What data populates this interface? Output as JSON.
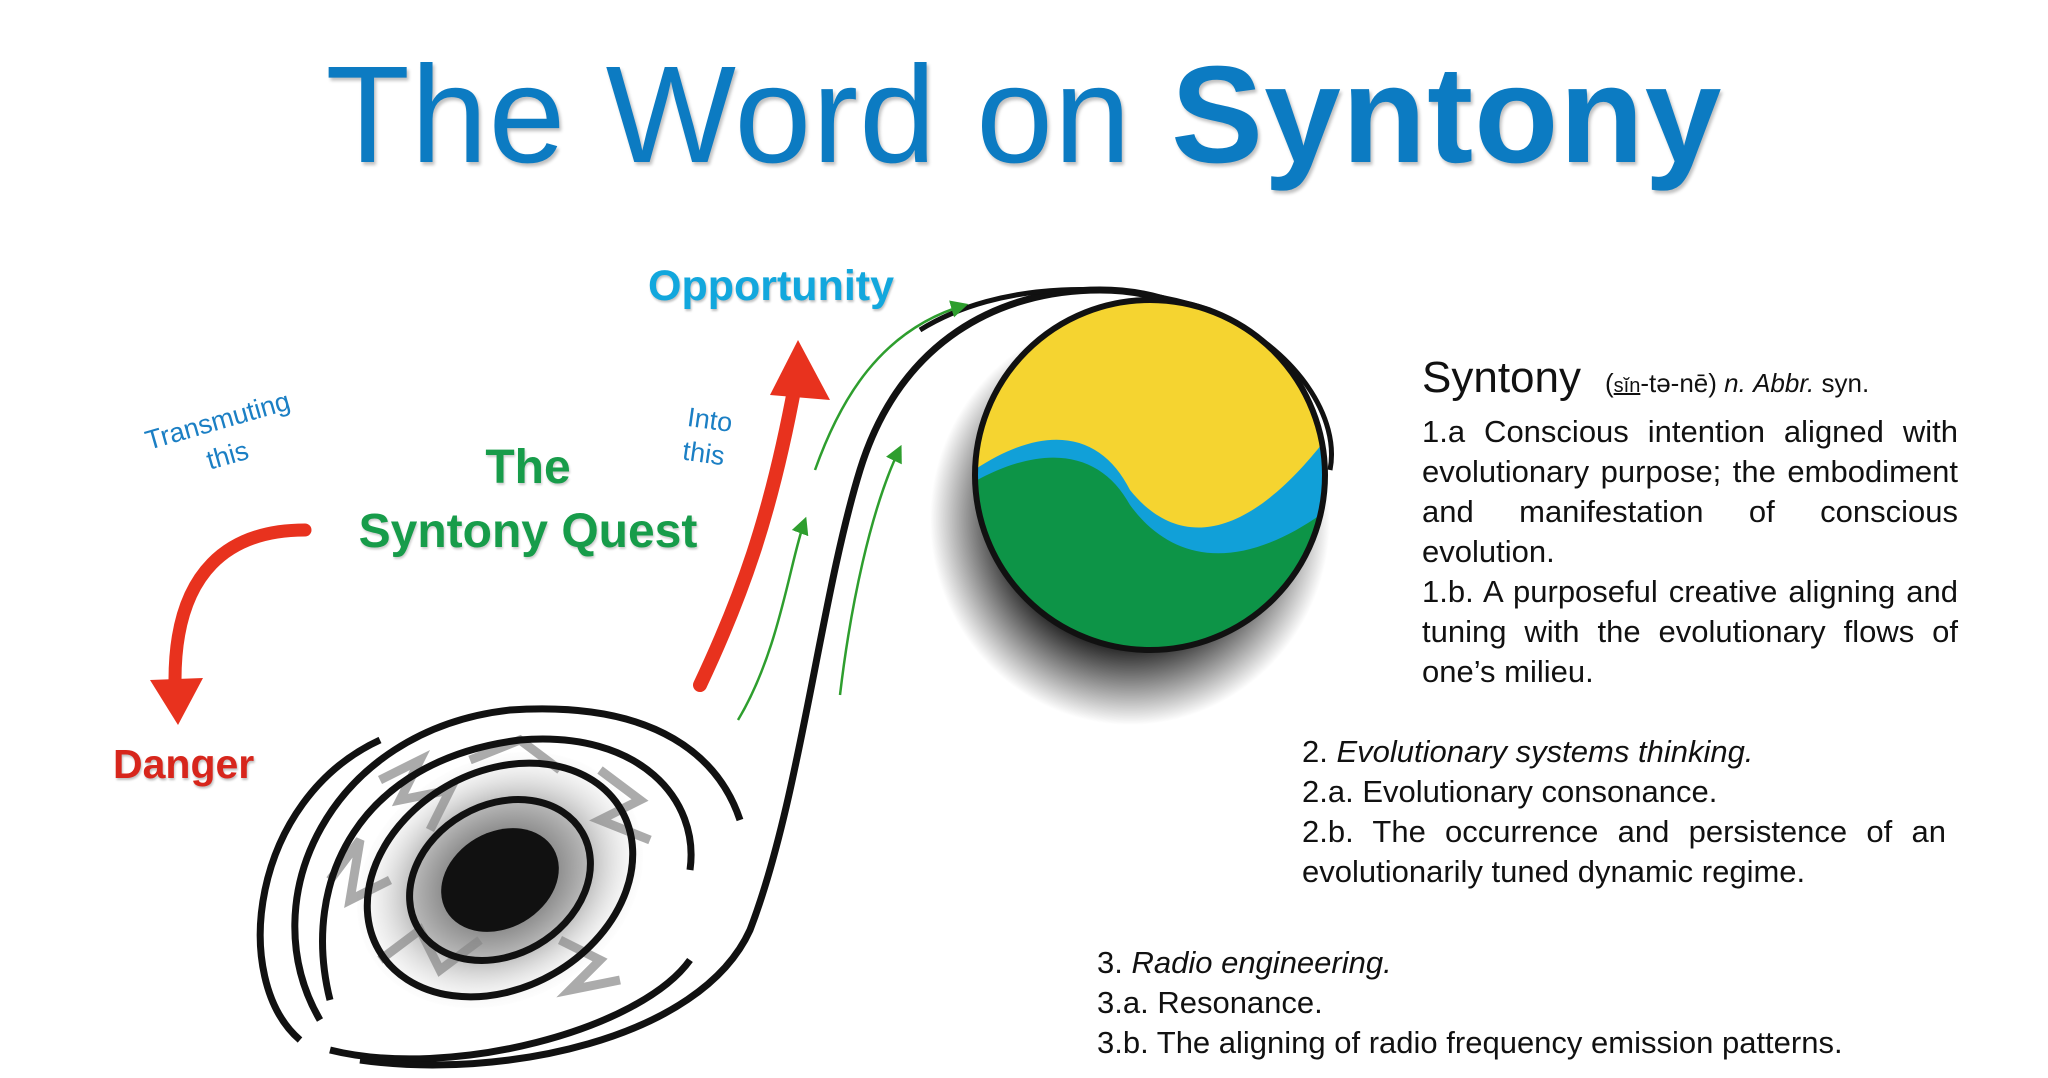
{
  "title": {
    "plain": "The Word on ",
    "bold": "Syntony"
  },
  "labels": {
    "opportunity": "Opportunity",
    "danger": "Danger",
    "quest_line1": "The",
    "quest_line2": "Syntony Quest",
    "transmuting_line1": "Transmuting",
    "transmuting_line2": "this",
    "into_line1": "Into",
    "into_line2": "this"
  },
  "definition": {
    "headword": "Syntony",
    "pron_open": "(",
    "pron_stress": "sĭn",
    "pron_rest": "-tə-nē)",
    "pos": "n.",
    "abbr_label": "Abbr.",
    "abbr": "syn.",
    "sense_1a": "1.a Conscious intention aligned with evolutionary purpose; the embodiment and manifestation of conscious evolution.",
    "sense_1b": "1.b. A purposeful creative aligning and tuning with the evolutionary flows of one’s milieu.",
    "sense_2_num": "2. ",
    "sense_2_domain": "Evolutionary systems thinking.",
    "sense_2a": "2.a.  Evolutionary consonance.",
    "sense_2b": "2.b.  The occurrence and persistence of an evolutionarily tuned dynamic regime.",
    "sense_3_num": "3.  ",
    "sense_3_domain": "Radio engineering.",
    "sense_3a": "3.a.  Resonance.",
    "sense_3b": "3.b.  The aligning of radio frequency emission patterns."
  },
  "colors": {
    "title_blue": "#0c7bc2",
    "opportunity_cyan": "#12a7dd",
    "danger_red": "#d7261c",
    "quest_green": "#179c4a",
    "globe_yellow": "#f5d430",
    "globe_green": "#0d9447",
    "globe_blue": "#11a0d8",
    "arrow_red": "#e8321e",
    "flow_green": "#2e9e2e"
  }
}
